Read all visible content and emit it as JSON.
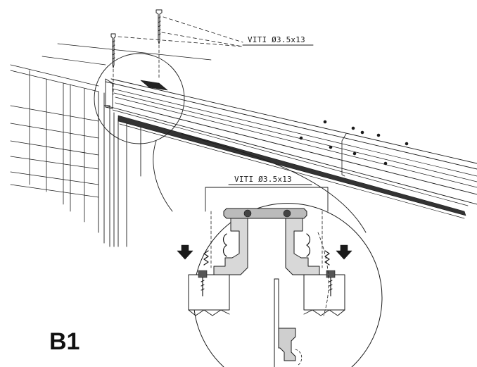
{
  "labels": {
    "screw_spec_top": "VITI Ø3.5x13",
    "screw_spec_detail": "VITI Ø3.5x13",
    "figure_id": "B1"
  },
  "colors": {
    "line": "#1a1a1a",
    "shade": "#555555",
    "background": "#ffffff"
  }
}
